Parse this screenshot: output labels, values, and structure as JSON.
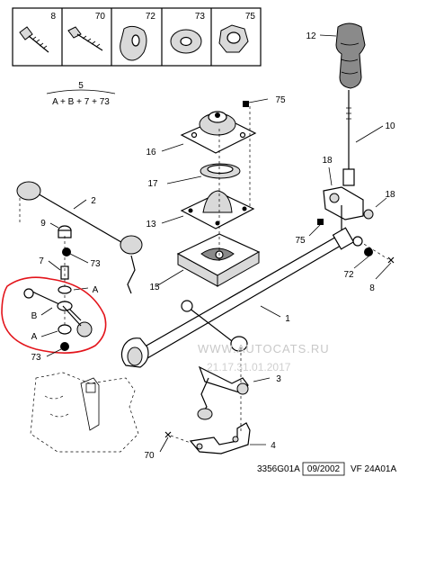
{
  "legend_boxes": [
    {
      "number": "8",
      "icon": "bolt-icon"
    },
    {
      "number": "70",
      "icon": "long-bolt-icon"
    },
    {
      "number": "72",
      "icon": "shaped-washer-icon"
    },
    {
      "number": "73",
      "icon": "flat-washer-icon"
    },
    {
      "number": "75",
      "icon": "nut-icon"
    }
  ],
  "kit": {
    "number": "5",
    "formula": "A + B + 7 + 73"
  },
  "callouts": {
    "c12": "12",
    "c10": "10",
    "c75a": "75",
    "c16": "16",
    "c17": "17",
    "c13": "13",
    "c15": "15",
    "c18a": "18",
    "c18b": "18",
    "c75b": "75",
    "c72": "72",
    "c8": "8",
    "c2": "2",
    "c9": "9",
    "c7": "7",
    "c73a": "73",
    "cA1": "A",
    "cB": "B",
    "cA2": "A",
    "c73b": "73",
    "c1": "1",
    "c3": "3",
    "c70": "70",
    "c4": "4"
  },
  "watermark": {
    "site": "WWW.AUTOCATS.RU",
    "date": "21.17.31.01.2017"
  },
  "footer": {
    "ref": "3356G01A",
    "date": "09/2002",
    "code": "VF 24A01A"
  },
  "colors": {
    "highlight": "#e3141b",
    "line": "#000000",
    "shade": "#d9d9d9"
  }
}
